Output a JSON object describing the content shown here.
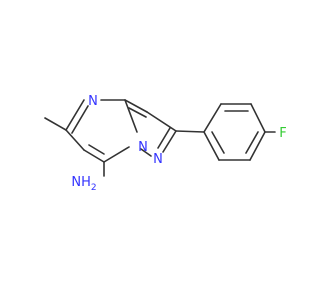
{
  "molecule": {
    "atoms": {
      "n_ring_top": "N",
      "n_bridge": "N",
      "n_pyrazole": "N",
      "fluorine": "F",
      "amine": "NH"
    },
    "amine_subscript": "2",
    "colors": {
      "bond": "#333333",
      "nitrogen": "#3333ff",
      "fluorine": "#33cc33"
    }
  }
}
